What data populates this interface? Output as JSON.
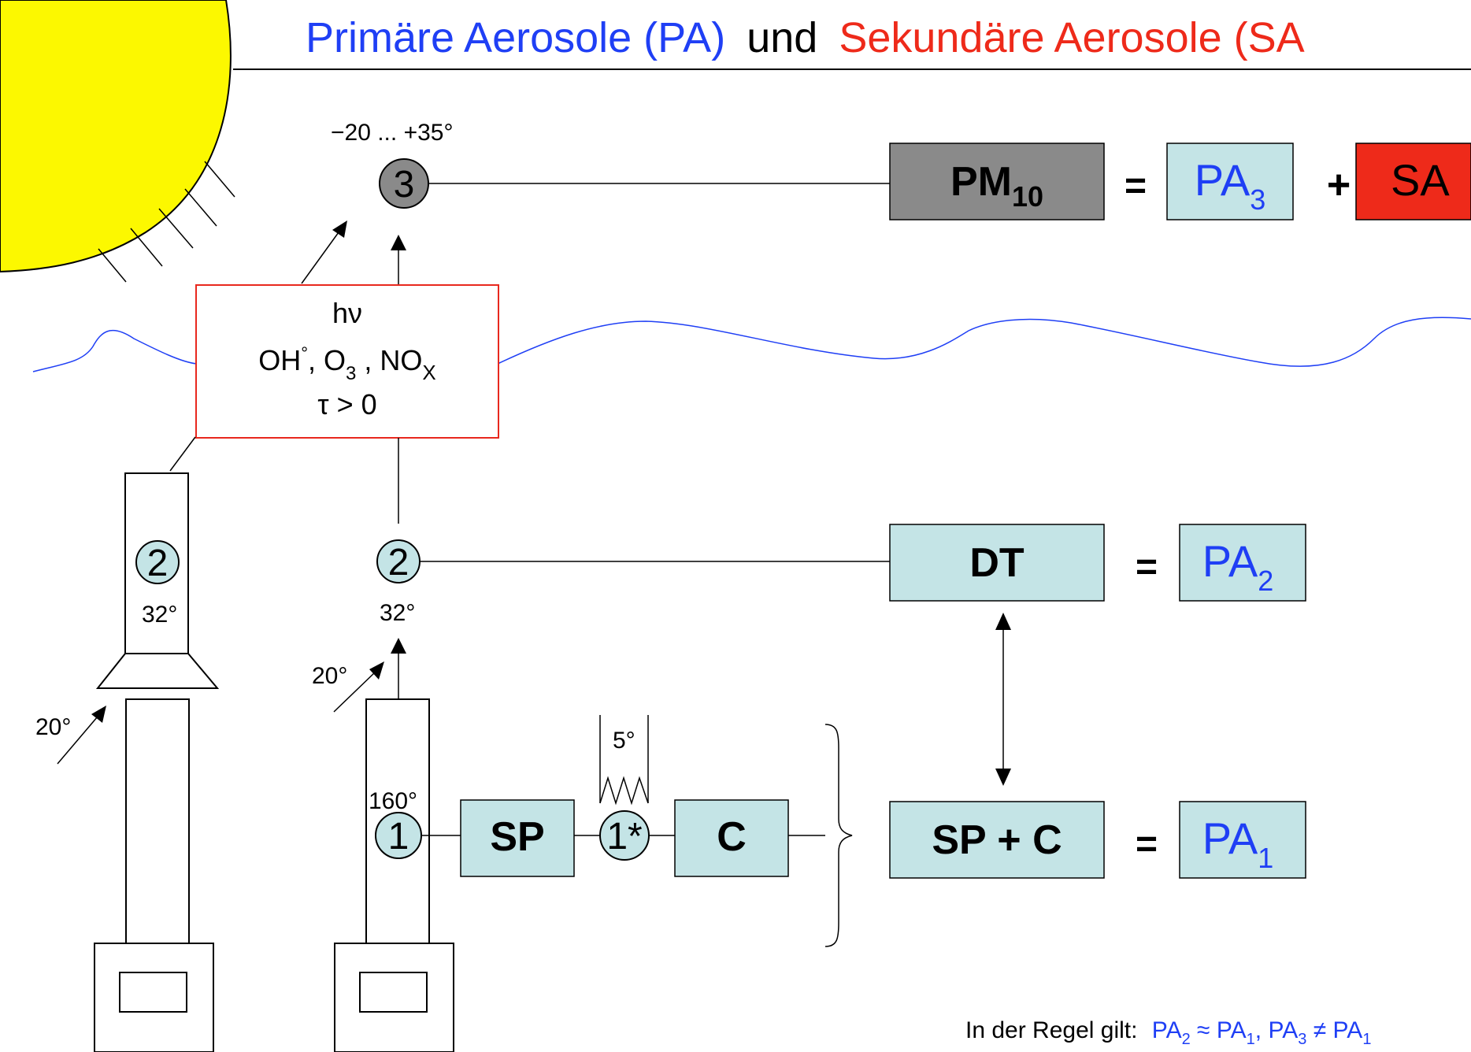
{
  "title": {
    "part1": "Primäre Aerosole (PA)",
    "part2": "und",
    "part3": "Sekundäre Aerosole (SA"
  },
  "temp_range": "−20 ... +35°",
  "nodes": {
    "n3": "3",
    "n2_left": "2",
    "n2_right": "2",
    "n1": "1",
    "n1_star": "1*"
  },
  "temps": {
    "left_32": "32°",
    "right_32": "32°",
    "left_20": "20°",
    "right_20": "20°",
    "t160": "160°",
    "t5": "5°"
  },
  "reaction_box": {
    "line1": "hν",
    "line2_a": "OH",
    "line2_b": "°",
    "line2_c": ", O",
    "line2_d": "3",
    "line2_e": " , NO",
    "line2_f": "X",
    "line3": "τ > 0"
  },
  "boxes": {
    "pm10_main": "PM",
    "pm10_sub": "10",
    "dt": "DT",
    "sp": "SP",
    "c": "C",
    "sp_c": "SP + C"
  },
  "equations": {
    "eq_sign": "=",
    "plus_sign": "+",
    "pa_main": "PA",
    "pa3_sub": "3",
    "pa2_sub": "2",
    "pa1_sub": "1",
    "sa": "SA"
  },
  "footnote": {
    "prefix": "In der Regel gilt:",
    "pa": "PA",
    "sub2": "2",
    "approx": " ≈ PA",
    "sub1a": "1",
    "neq": ", PA",
    "sub3": "3",
    "ne_pa": " ≠ PA",
    "sub1b": "1"
  },
  "colors": {
    "sun": "#fcf800",
    "light_box": "#c4e4e6",
    "gray_box": "#8a8a8a",
    "sa_red": "#ee2a1a",
    "wave_blue": "#1f3ff5",
    "reaction_border": "#e8281e"
  }
}
